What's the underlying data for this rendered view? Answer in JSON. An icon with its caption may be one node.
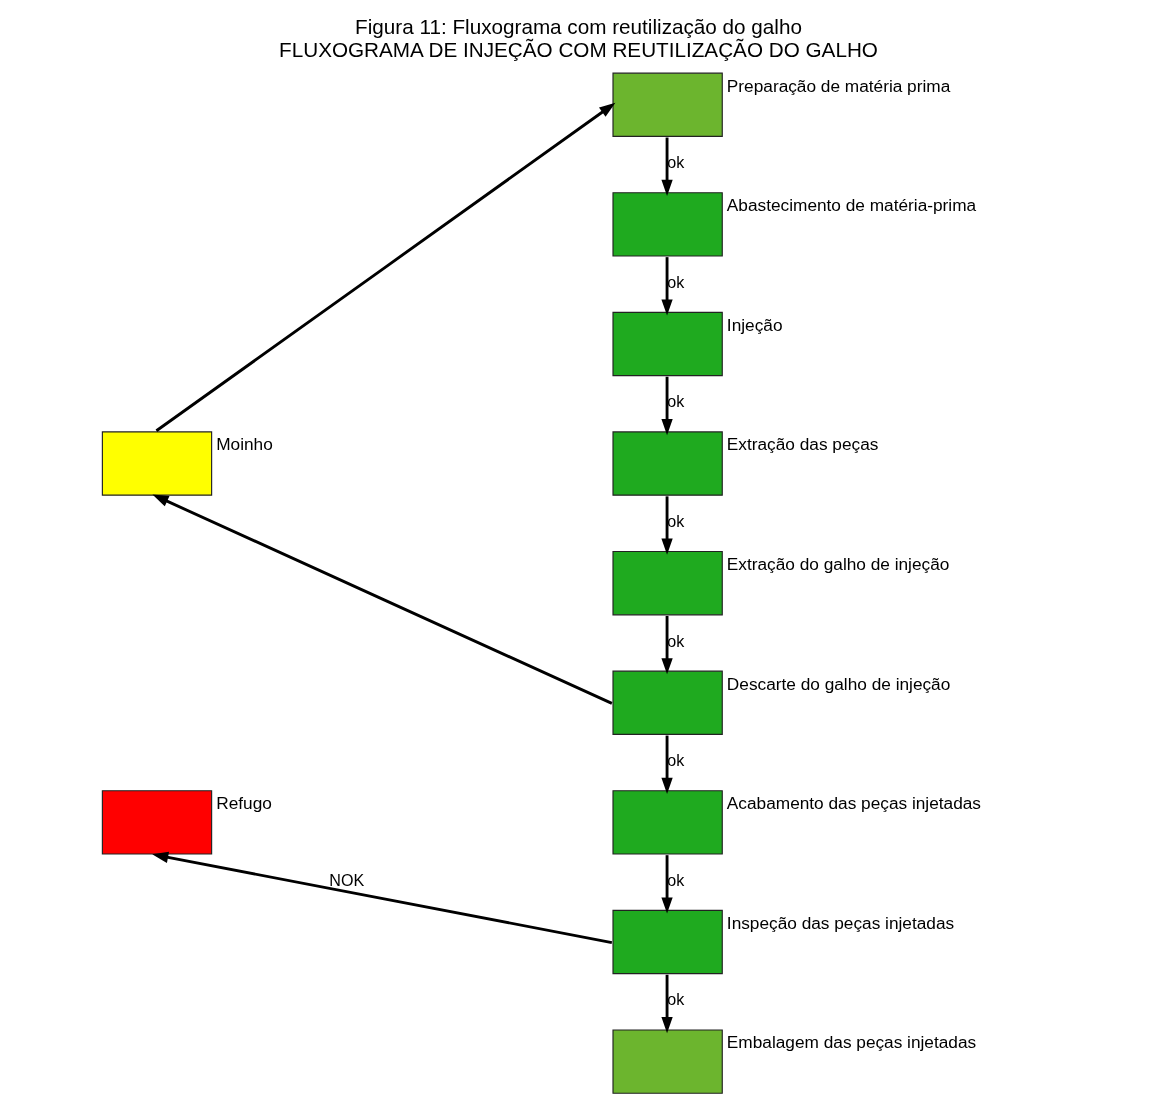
{
  "diagram": {
    "caption": "Figura 11: Fluxograma com reutilização do galho",
    "title": "FLUXOGRAMA DE INJEÇÃO COM REUTILIZAÇÃO DO GALHO",
    "nodes": [
      {
        "text": [
          "Preparação de matéria prima"
        ]
      },
      {
        "text": [
          "Abastecimento de matéria-prima"
        ]
      },
      {
        "text": [
          "Injeção"
        ]
      },
      {
        "text": [
          "Extração das peças"
        ]
      },
      {
        "text": [
          "Extração do galho de injeção"
        ]
      },
      {
        "text": [
          "Descarte do galho de injeção"
        ]
      },
      {
        "text": [
          "Acabamento das peças injetadas"
        ]
      },
      {
        "text": [
          "Inspeção das peças injetadas"
        ]
      },
      {
        "text": [
          "Embalagem das peças injetadas"
        ]
      },
      {
        "text": [
          "Moinho"
        ]
      },
      {
        "text": [
          "Refugo"
        ]
      }
    ],
    "edges": [
      {
        "from": 0,
        "to": 1,
        "arrow": "to",
        "label": "ok"
      },
      {
        "from": 1,
        "to": 2,
        "arrow": "to",
        "label": "ok"
      },
      {
        "from": 2,
        "to": 3,
        "arrow": "to",
        "label": "ok"
      },
      {
        "from": 3,
        "to": 4,
        "arrow": "to",
        "label": "ok"
      },
      {
        "from": 4,
        "to": 5,
        "arrow": "to",
        "label": "ok"
      },
      {
        "from": 5,
        "to": 6,
        "arrow": "to",
        "label": "ok"
      },
      {
        "from": 6,
        "to": 7,
        "arrow": "to",
        "label": "ok"
      },
      {
        "from": 7,
        "to": 8,
        "arrow": "to",
        "label": "ok"
      },
      {
        "from": 5,
        "to": 9,
        "arrow": "to"
      },
      {
        "from": 9,
        "to": 0,
        "arrow": "to"
      },
      {
        "from": 7,
        "to": 10,
        "arrow": "to",
        "label": "NOK"
      }
    ]
  }
}
